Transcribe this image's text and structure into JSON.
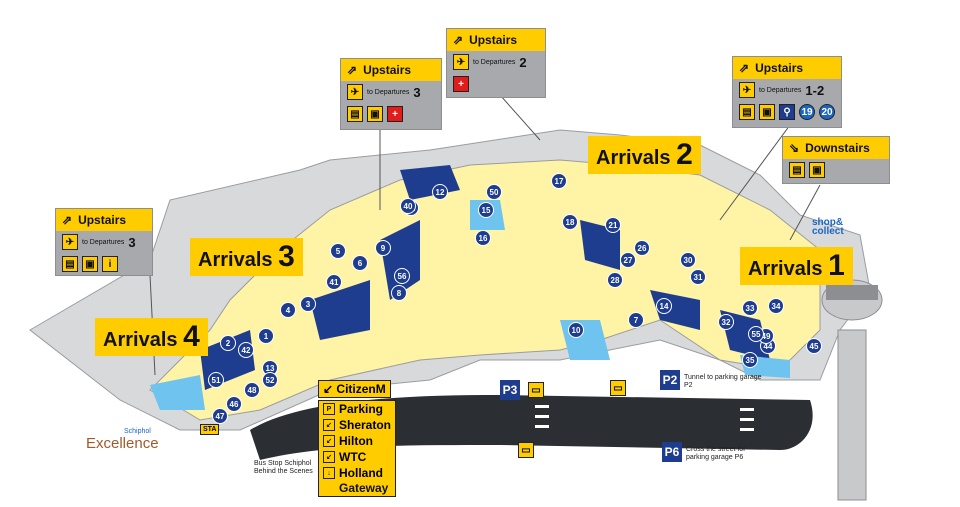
{
  "signs": {
    "s1": {
      "upstairs": "Upstairs",
      "to": "to Departures",
      "num": "3"
    },
    "s2": {
      "upstairs": "Upstairs",
      "to": "to Departures",
      "num": "2"
    },
    "s3": {
      "upstairs": "Upstairs",
      "to": "to Departures",
      "num": "1-2"
    },
    "s4": {
      "upstairs": "Upstairs",
      "to": "to Departures",
      "num": "3"
    },
    "s5": {
      "downstairs": "Downstairs"
    }
  },
  "arrivals": {
    "a1": {
      "word": "Arrivals",
      "num": "1"
    },
    "a2": {
      "word": "Arrivals",
      "num": "2"
    },
    "a3": {
      "word": "Arrivals",
      "num": "3"
    },
    "a4": {
      "word": "Arrivals",
      "num": "4"
    }
  },
  "hotel_list": {
    "citizenm": "CitizenM",
    "items": [
      "Parking",
      "Sheraton",
      "Hilton",
      "WTC",
      "Holland"
    ],
    "gateway": "Gateway"
  },
  "parking": {
    "p2": "P2",
    "p2_text": "Tunnel to parking garage P2",
    "p3": "P3",
    "p6": "P6",
    "p6_text": "Cross the street for parking garage P6"
  },
  "labels": {
    "bus_stop": "Bus Stop Schiphol Behind the Scenes",
    "schiphol": "Schiphol",
    "excellence": "Excellence",
    "shop_collect": "shop& collect",
    "sta": "STA",
    "icon19": "19",
    "icon20": "20"
  },
  "numbers": [
    "1",
    "2",
    "3",
    "4",
    "5",
    "6",
    "7",
    "8",
    "9",
    "10",
    "11",
    "12",
    "13",
    "14",
    "15",
    "16",
    "17",
    "18",
    "21",
    "26",
    "27",
    "28",
    "30",
    "31",
    "32",
    "33",
    "34",
    "35",
    "40",
    "41",
    "42",
    "44",
    "45",
    "46",
    "47",
    "48",
    "49",
    "50",
    "51",
    "52",
    "55",
    "56"
  ],
  "colors": {
    "terminal": "#fff3a6",
    "gate": "#1e3d8f",
    "lightblue": "#6fc3ef",
    "grey": "#c8c9cb",
    "sign": "#ffcc00",
    "road": "#2b2e33"
  }
}
